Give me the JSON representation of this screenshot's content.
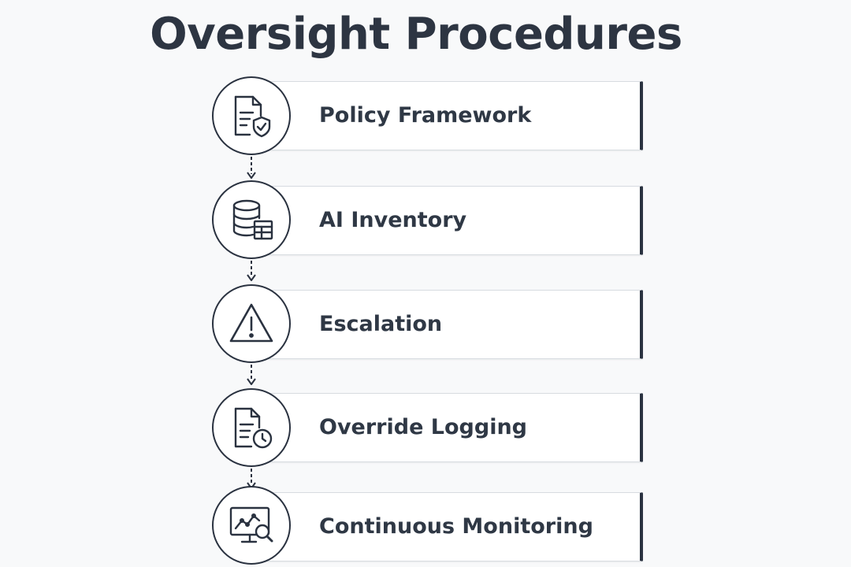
{
  "title": "Oversight Procedures",
  "steps": [
    {
      "label": "Policy Framework",
      "icon": "document-shield-icon"
    },
    {
      "label": "AI Inventory",
      "icon": "database-table-icon"
    },
    {
      "label": "Escalation",
      "icon": "warning-triangle-icon"
    },
    {
      "label": "Override Logging",
      "icon": "document-clock-icon"
    },
    {
      "label": "Continuous Monitoring",
      "icon": "monitor-chart-search-icon"
    }
  ],
  "colors": {
    "background": "#f8f9fa",
    "stroke": "#2a3240",
    "text": "#2f3845",
    "card_border": "#d7dbe0"
  }
}
